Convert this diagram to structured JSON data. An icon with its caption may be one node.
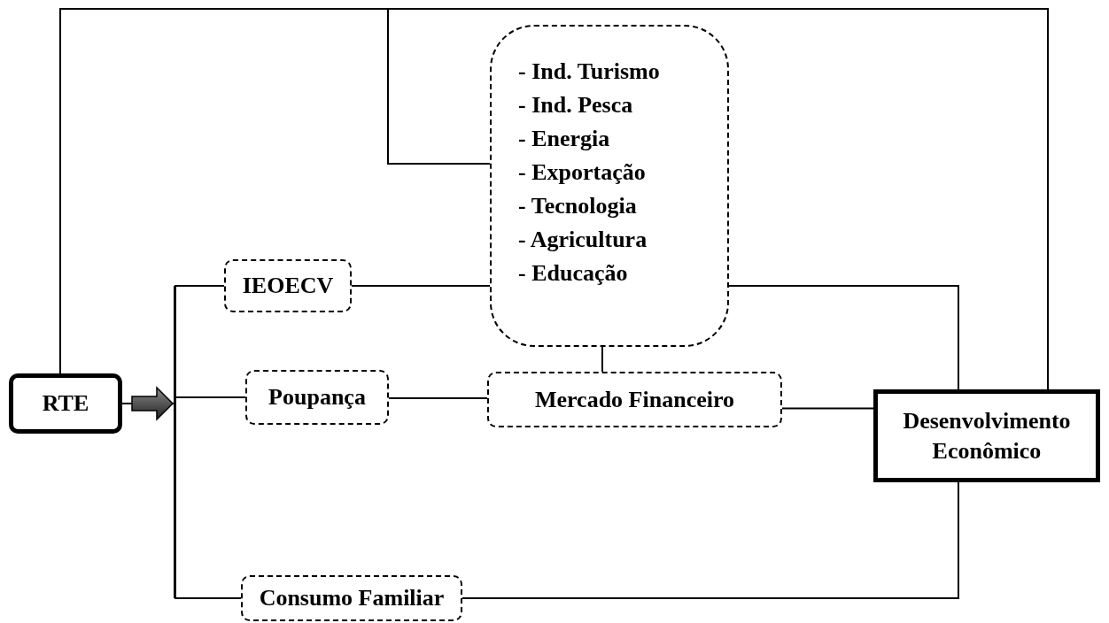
{
  "diagram": {
    "nodes": [
      {
        "text": [
          "RTE"
        ]
      },
      {
        "text": [
          "IEOECV"
        ]
      },
      {
        "text": [
          "- Ind. Turismo",
          "- Ind. Pesca",
          "- Energia",
          "- Exportação",
          "- Tecnologia",
          "- Agricultura",
          "- Educação"
        ]
      },
      {
        "text": [
          "Poupança"
        ]
      },
      {
        "text": [
          "Mercado Financeiro"
        ]
      },
      {
        "text": [
          "Desenvolvimento Econômico"
        ]
      },
      {
        "text": [
          "Consumo Familiar"
        ]
      },
      {
        "text": [],
        "shape": "bar"
      }
    ],
    "edges": [
      {
        "from": 0,
        "to": 5,
        "arrow": "none"
      },
      {
        "from": 0,
        "to": 2,
        "arrow": "none"
      },
      {
        "from": 0,
        "to": 7,
        "arrow": "to"
      },
      {
        "from": 7,
        "to": 1,
        "arrow": "none"
      },
      {
        "from": 7,
        "to": 3,
        "arrow": "none"
      },
      {
        "from": 7,
        "to": 6,
        "arrow": "none"
      },
      {
        "from": 1,
        "to": 2,
        "arrow": "none"
      },
      {
        "from": 2,
        "to": 5,
        "arrow": "none"
      },
      {
        "from": 2,
        "to": 4,
        "arrow": "none"
      },
      {
        "from": 3,
        "to": 4,
        "arrow": "none"
      },
      {
        "from": 4,
        "to": 5,
        "arrow": "none"
      },
      {
        "from": 6,
        "to": 5,
        "arrow": "none"
      }
    ]
  }
}
